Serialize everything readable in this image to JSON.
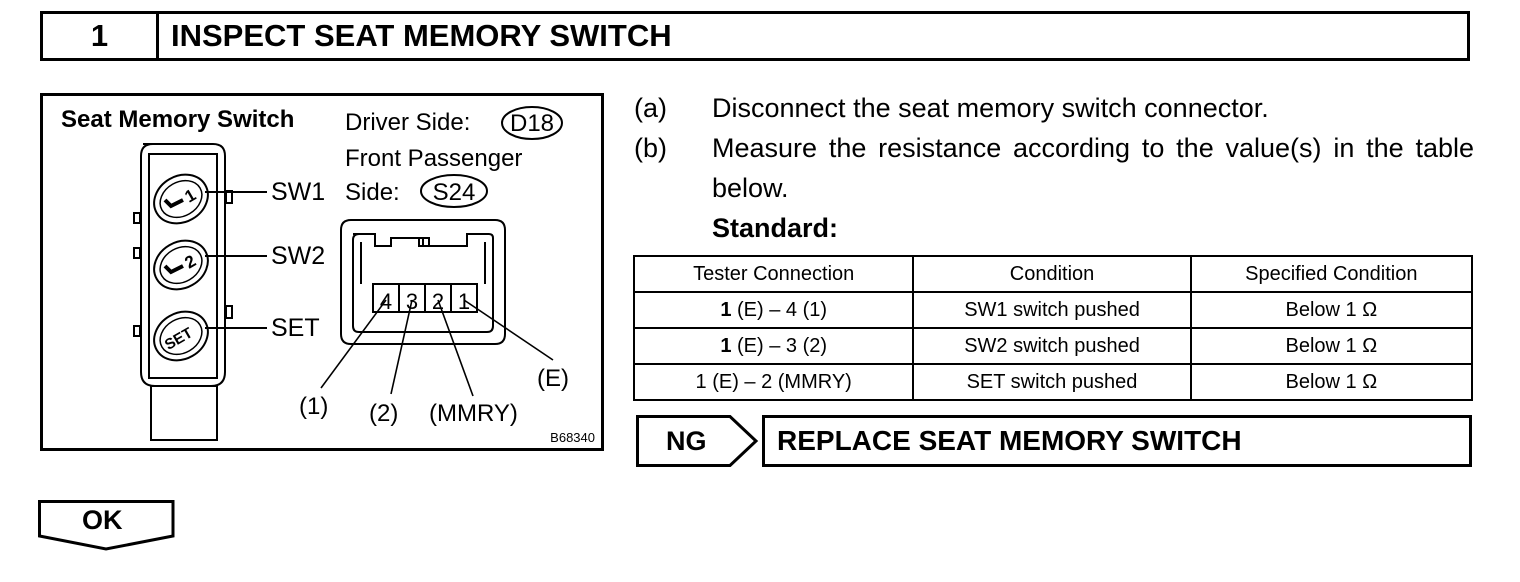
{
  "header": {
    "number": "1",
    "title": "INSPECT SEAT MEMORY SWITCH"
  },
  "figure": {
    "title": "Seat Memory Switch",
    "driver_side_label": "Driver Side:",
    "driver_side_code": "D18",
    "passenger_line1": "Front Passenger",
    "passenger_line2": "Side:",
    "passenger_code": "S24",
    "button_sw1": "1",
    "button_sw2": "2",
    "button_set": "SET",
    "labels": {
      "sw1": "SW1",
      "sw2": "SW2",
      "set": "SET"
    },
    "pins": [
      "4",
      "3",
      "2",
      "1"
    ],
    "pin_callouts": [
      "(1)",
      "(2)",
      "(MMRY)",
      "(E)"
    ],
    "figure_id": "B68340"
  },
  "steps": [
    {
      "label": "(a)",
      "text": "Disconnect the seat memory switch connector."
    },
    {
      "label": "(b)",
      "text": "Measure the resistance according to the value(s) in the table below."
    }
  ],
  "standard_label": "Standard:",
  "table": {
    "headers": [
      "Tester Connection",
      "Condition",
      "Specified Condition"
    ],
    "rows": [
      {
        "conn_bold": "1",
        "conn_rest": " (E) – 4 (1)",
        "condition": "SW1 switch pushed",
        "spec": "Below 1 Ω"
      },
      {
        "conn_bold": "1",
        "conn_rest": " (E) – 3 (2)",
        "condition": "SW2 switch pushed",
        "spec": "Below 1 Ω"
      },
      {
        "conn_bold": "",
        "conn_rest": "1 (E) – 2 (MMRY)",
        "condition": "SET switch pushed",
        "spec": "Below 1 Ω"
      }
    ]
  },
  "ng": {
    "label": "NG",
    "result": "REPLACE SEAT MEMORY SWITCH"
  },
  "ok": {
    "label": "OK"
  }
}
